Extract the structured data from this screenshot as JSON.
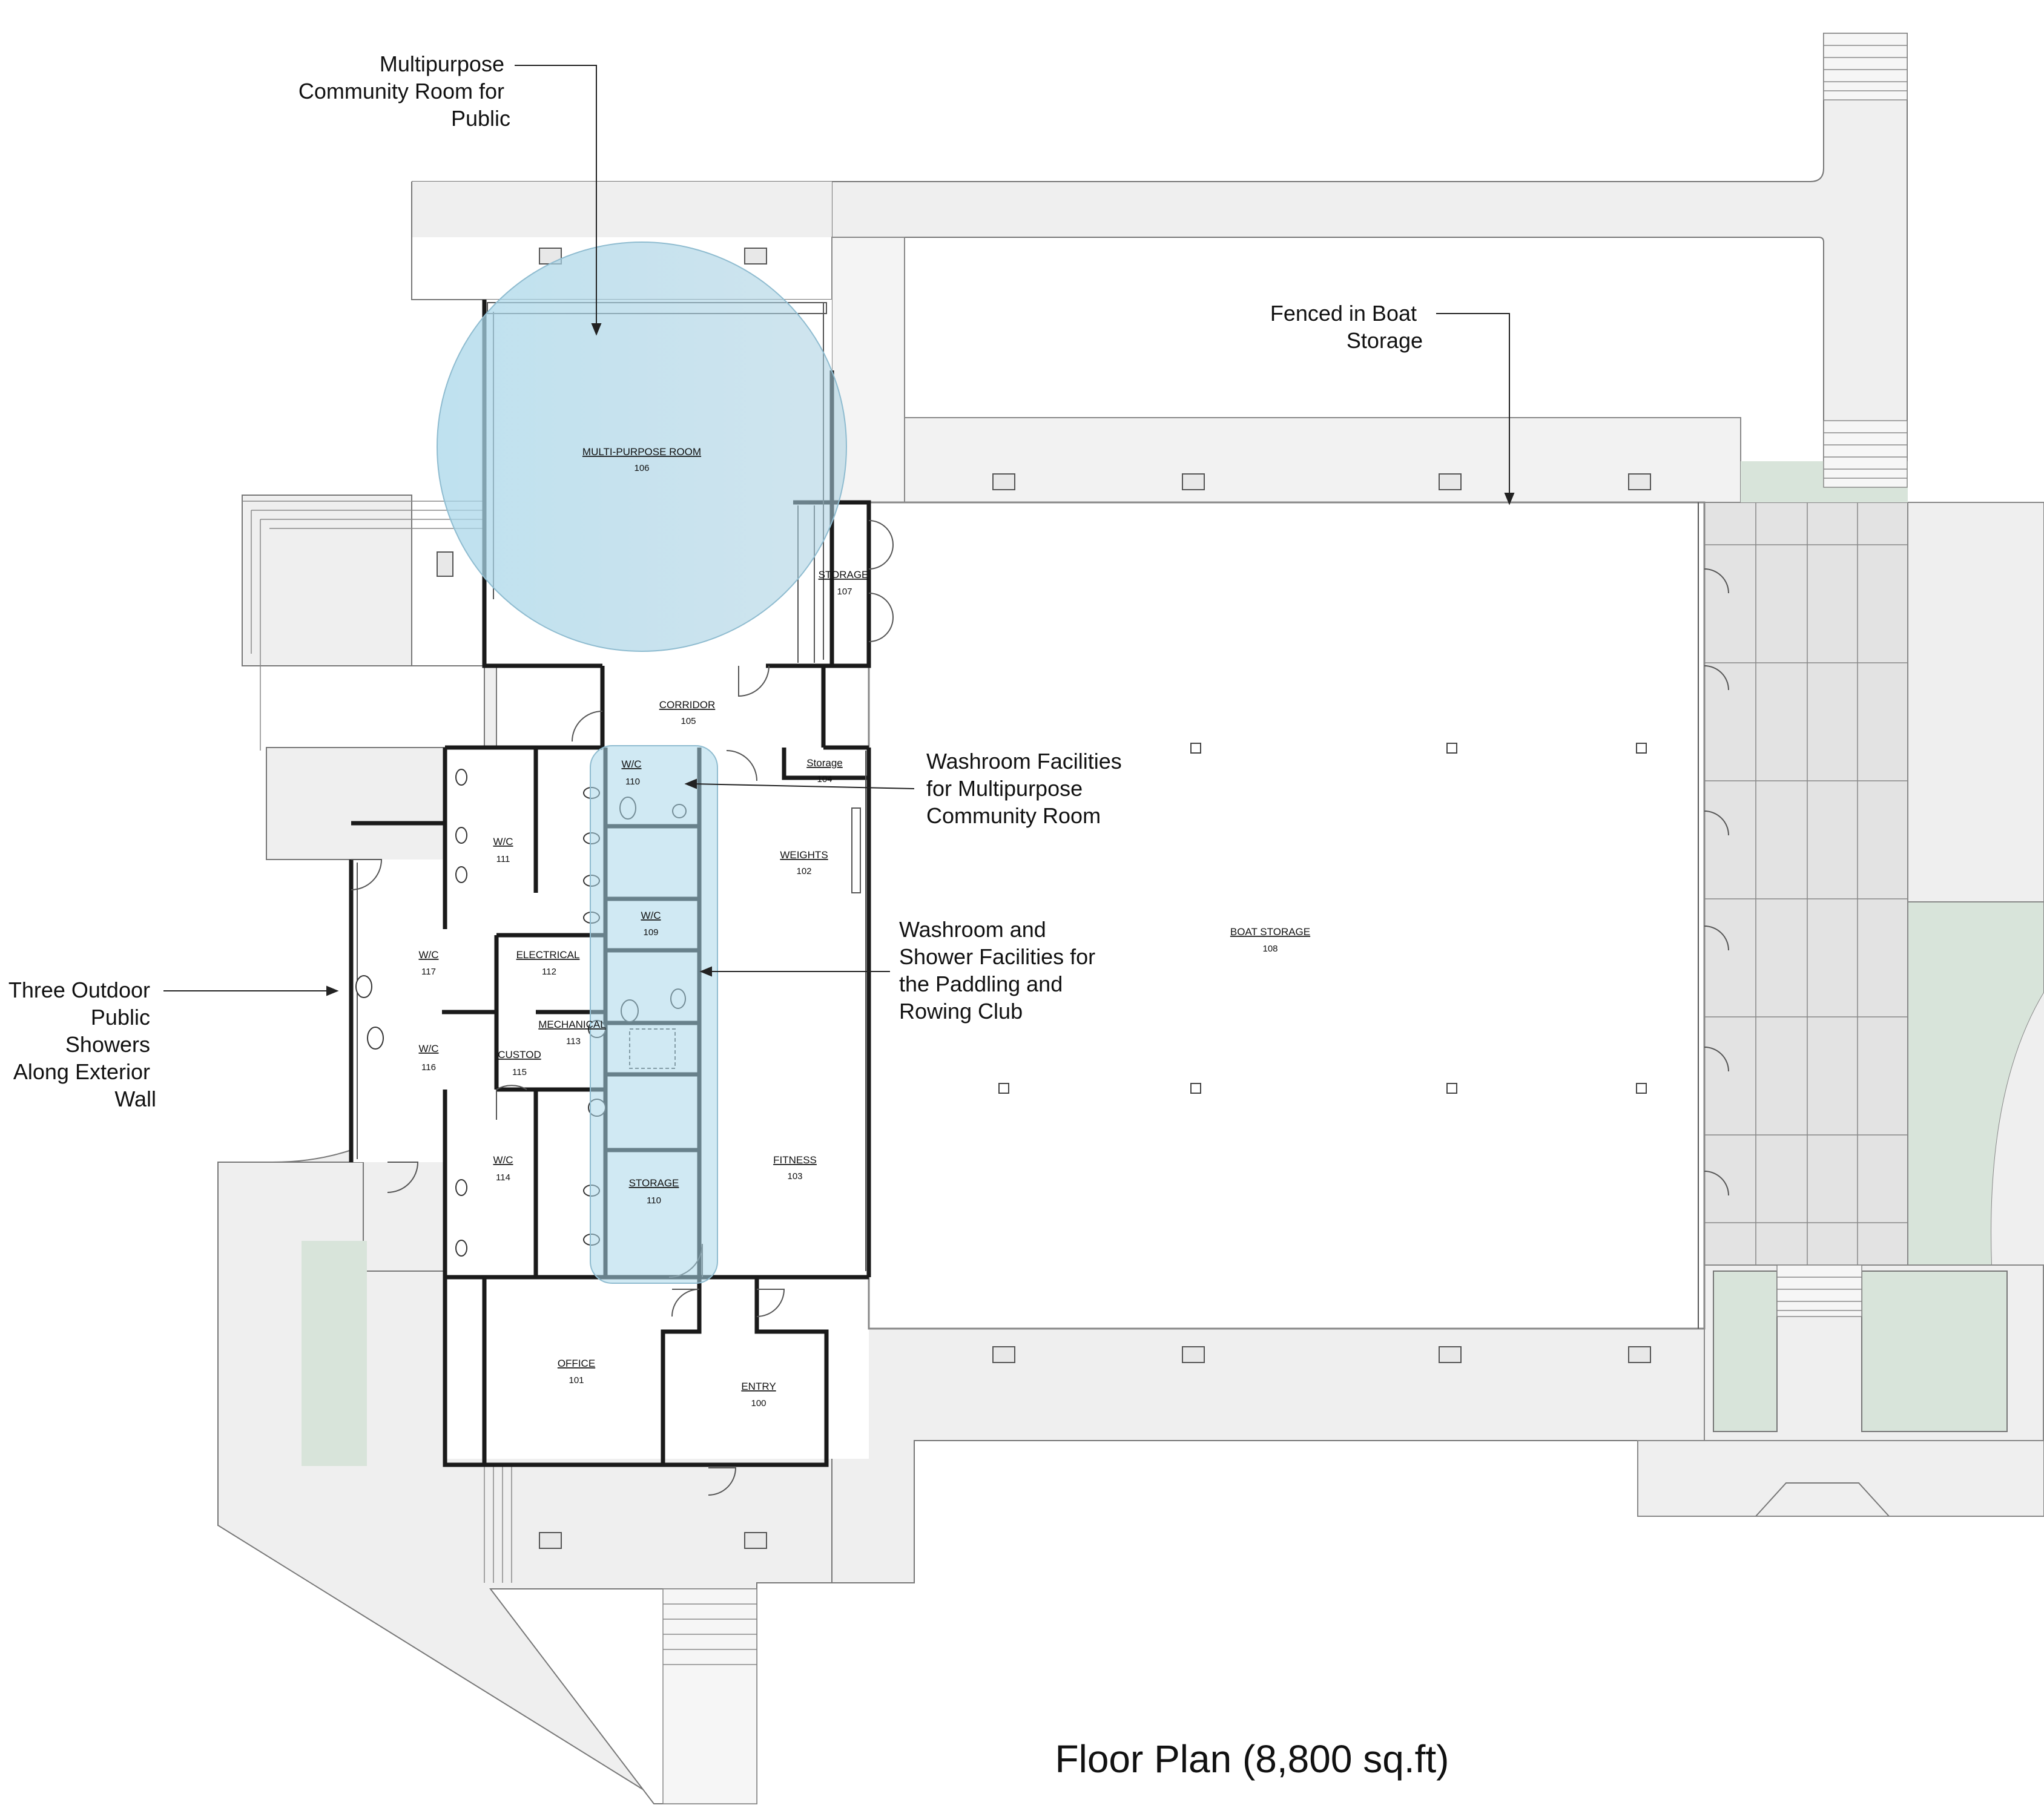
{
  "title": "Floor Plan (8,800 sq.ft)",
  "callouts": {
    "multipurpose": [
      "Multipurpose",
      "Community Room for",
      "Public"
    ],
    "fenced": [
      "Fenced in Boat",
      "Storage"
    ],
    "washroom_mp": [
      "Washroom Facilities",
      "for Multipurpose",
      "Community Room"
    ],
    "washroom_club": [
      "Washroom and",
      "Shower Facilities for",
      "the Paddling and",
      "Rowing Club"
    ],
    "showers": [
      "Three Outdoor",
      "Public",
      "Showers",
      "Along Exterior",
      "Wall"
    ]
  },
  "rooms": {
    "multi_purpose": {
      "name": "MULTI-PURPOSE ROOM",
      "number": "106"
    },
    "storage_107": {
      "name": "STORAGE",
      "number": "107"
    },
    "corridor": {
      "name": "CORRIDOR",
      "number": "105"
    },
    "wc_110": {
      "name": "W/C",
      "number": "110"
    },
    "storage_104": {
      "name": "Storage",
      "number": "104"
    },
    "wc_111": {
      "name": "W/C",
      "number": "111"
    },
    "weights": {
      "name": "WEIGHTS",
      "number": "102"
    },
    "wc_109": {
      "name": "W/C",
      "number": "109"
    },
    "electrical": {
      "name": "ELECTRICAL",
      "number": "112"
    },
    "mechanical": {
      "name": "MECHANICAL",
      "number": "113"
    },
    "wc_117": {
      "name": "W/C",
      "number": "117"
    },
    "wc_116": {
      "name": "W/C",
      "number": "116"
    },
    "custod": {
      "name": "CUSTOD",
      "number": "115"
    },
    "wc_114": {
      "name": "W/C",
      "number": "114"
    },
    "storage_110": {
      "name": "STORAGE",
      "number": "110"
    },
    "fitness": {
      "name": "FITNESS",
      "number": "103"
    },
    "boat_storage": {
      "name": "BOAT STORAGE",
      "number": "108"
    },
    "office": {
      "name": "OFFICE",
      "number": "101"
    },
    "entry": {
      "name": "ENTRY",
      "number": "100"
    }
  },
  "colors": {
    "highlight": "#b7dcea",
    "highlight_stroke": "#8fbcd0",
    "ground": "#efefef",
    "green": "#d8e4da",
    "paving": "#e3e3e3",
    "wall": "#1a1a1a"
  }
}
